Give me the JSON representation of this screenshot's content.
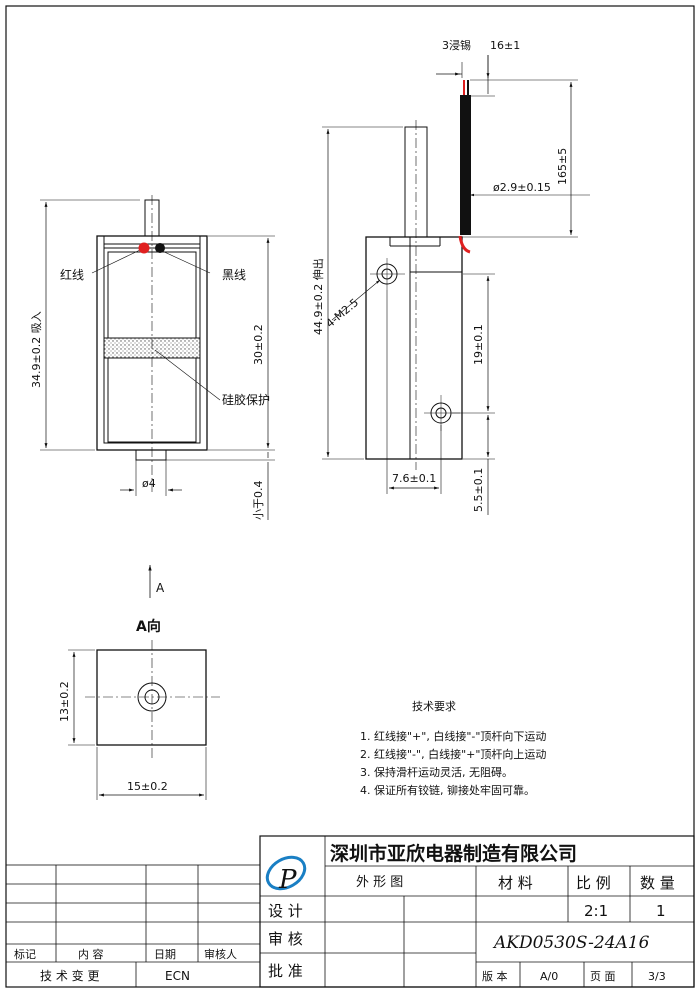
{
  "labels": {
    "tin": "3浸锡",
    "wire_len_top": "16±1",
    "wire_len": "165±5",
    "wire_dia": "ø2.9±0.15",
    "red_wire": "红线",
    "black_wire": "黑线",
    "silicone": "硅胶保护",
    "suck_len": "34.9±0.2 吸入",
    "push_len": "44.9±0.2 伸出",
    "body_h": "30±0.2",
    "dia_plunger": "ø4",
    "small_gap": "小于0.4",
    "screw": "4-M2.5",
    "hole_pitch": "19±0.1",
    "hole_off_x": "7.6±0.1",
    "hole_off_y": "5.5±0.1",
    "view_arrow": "A",
    "view_title": "A向",
    "width": "15±0.2",
    "height": "13±0.2"
  },
  "notes": {
    "title": "技术要求",
    "items": [
      "1. 红线接\"+\", 白线接\"-\"顶杆向下运动",
      "2. 红线接\"-\", 白线接\"+\"顶杆向上运动",
      "3. 保持滑杆运动灵活, 无阻碍。",
      "4. 保证所有铰链, 铆接处牢固可靠。"
    ]
  },
  "title_block": {
    "company": "深圳市亚欣电器制造有限公司",
    "drawing_type": "外 形 图",
    "material": "材 料",
    "scale_label": "比 例",
    "qty_label": "数 量",
    "design": "设 计",
    "review": "审 核",
    "approve": "批 准",
    "scale": "2:1",
    "qty": "1",
    "part_no": "AKD0530S-24A16",
    "version_label": "版 本",
    "version": "A/0",
    "page_label": "页 面",
    "page": "3/3"
  },
  "revision": {
    "headers": [
      "标记",
      "内 容",
      "日期",
      "审核人"
    ],
    "footer_left": "技 术 变 更",
    "footer_right": "ECN"
  },
  "colors": {
    "red_wire": "#e02020",
    "black_wire": "#111111",
    "logo": "#1a7fc4"
  }
}
